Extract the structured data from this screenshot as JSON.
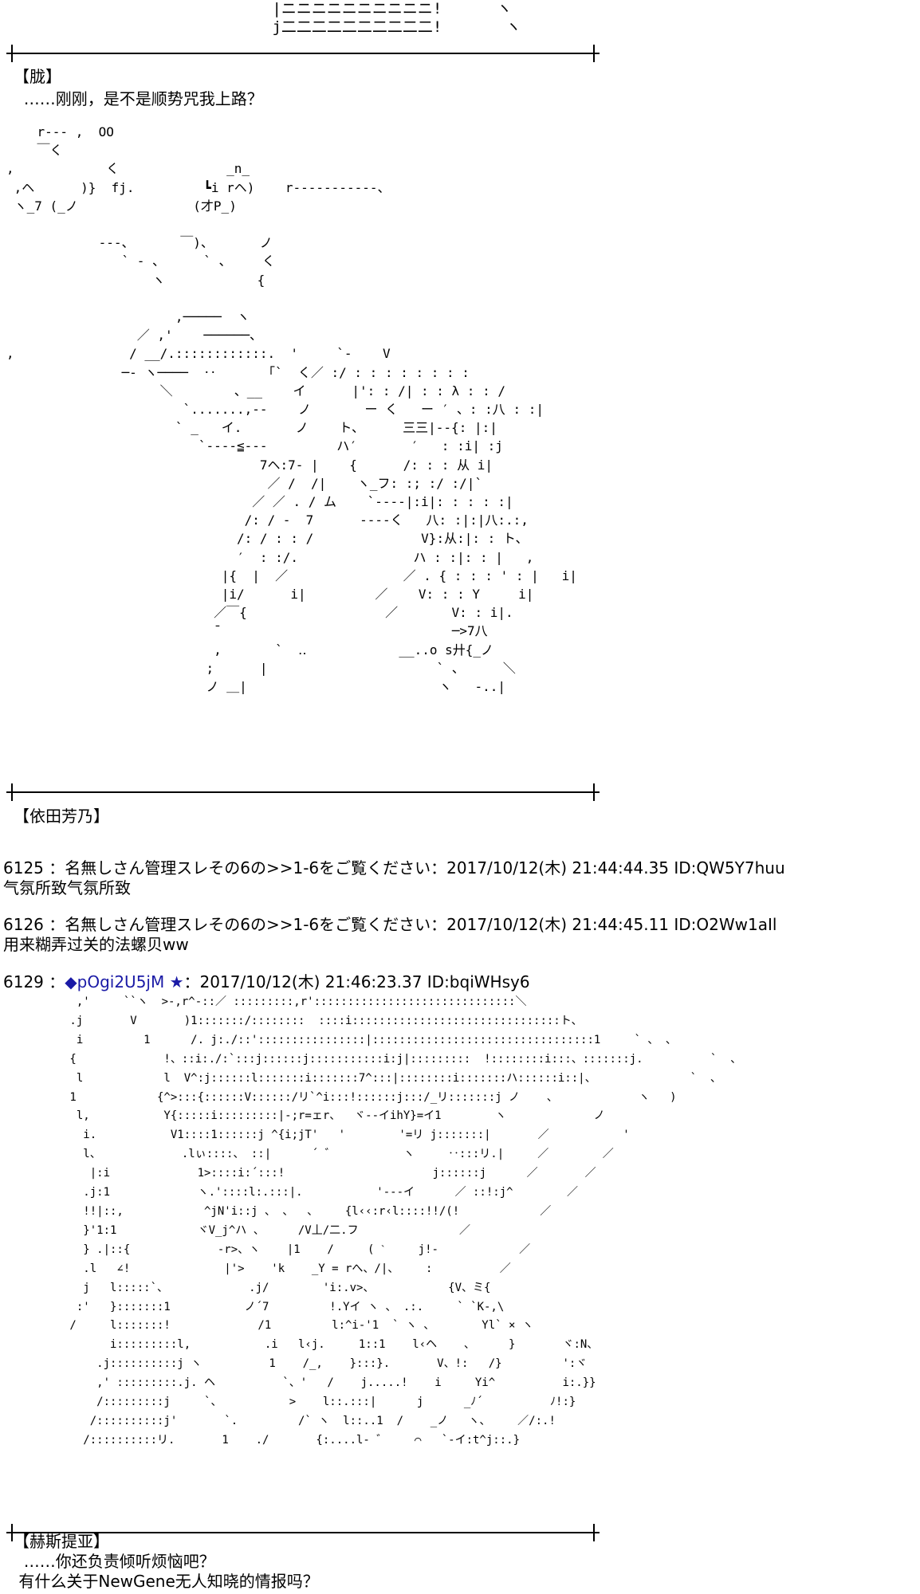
{
  "top_art": " |ニニニニニニニニニニ!      ヽ\n j二二二二二二二二二二!       ヽ",
  "section1": {
    "speaker": "【胧】",
    "line1": "  ……刚刚，是不是顺势咒我上路？"
  },
  "art1": "    r‐‐‐ ,  OO\n    ￣く\n,            く              _n_\n ,ヘ      )}  fj.         ┗i rヘ)    r‐‐‐‐‐‐‐‐‐‐‐、\n ヽ_7 (_ノ               (才P_)\n\n            ‐‐-、      ￣)、      ノ\n               ` ‐ 、     ` 、    く\n                   ヽ            {\n\n                      ,─────  ヽ\n                 ／ ,'    ──────、\n,               / __/.::::::::::::.  '     `‐    V\n               ─‐ ヽ────  ‥      「`  く／ :/ : : : : : : : :\n                    ＼        、__    イ      |': : /| : : λ : : /\n                       `.......,‐‐    ノ       ー く   ー ′ 、: :八 : :|\n                      ` _   イ.       ノ    ト、     三三|‐‐{: |:|\n                         `‐‐‐‐≦‐‐‐         ハ′       ′   : :i| :j\n                                 7ヘ:7‐ |    {      /: : : 从 i|\n                                  ／ /  /|    ヽ_フ: :; :/ :/|`\n                                ／ ／ . / ム    `‐‐‐‐|:i|: : : : :|\n                               /: / ‐  7      ‐‐‐‐く   八: :|:|八:.:,\n                              /: / : : /              V}:从:|: : ト、\n                              ′  : :/.               ハ : :|: : |   ,\n                            |{  |  ／               ／ . { : : : ' : |   i|\n                            |i/      i|         ／    V: : : Y     i|\n                           ／￣{                  ／       V: : i|.\n                           ̄                               ─>7八\n                           ,       `  ‥            __..o s廾{_ノ\n                          ;      |                      ` 、     ＼\n                          ノ ＿|                         ヽ   -..|",
  "section2": {
    "speaker": "【依田芳乃】"
  },
  "posts": [
    {
      "header": "6125 ：名無しさん管理スレその6の>>1-6をご覧ください：2017/10/12(木) 21:44:44.35 ID:QW5Y7huu",
      "body": "气氛所致气氛所致"
    },
    {
      "header": "6126 ：名無しさん管理スレその6の>>1-6をご覧ください：2017/10/12(木) 21:44:45.11 ID:O2Ww1aIl",
      "body": "用来糊弄过关的法螺贝ww"
    }
  ],
  "post3": {
    "number": "6129 ：",
    "name": "◆pOgi2U5jM",
    "star": "★",
    "rest": "：2017/10/12(木) 21:46:23.37 ID:bqiWHsy6"
  },
  "art2": "         ,'     ``ヽ  >‐,r^‐::／ :::::::::,r'::::::::::::::::::::::::::::::＼\n        .j       V       )1:::::::/::::::::  ::::i:::::::::::::::::::::::::::::::ト、\n         i         1      /. j:./::'::::::::::::::::|:::::::::::::::::::::::::::::::::1     ` 、 、\n        {             !、::i:./:`:::j::::::j:::::::::::i:j|:::::::::  !::::::::i:::、:::::::j.          `  、\n         l            l  V^:j::::::l:::::::i:::::::7^:::|::::::::i:::::::ハ::::::i::|、              `  、\n        1            {^>:::{::::::V::::::/リ`^i:::!::::::j:::/_リ:::::::j ノ    、            ヽ   )\n         l,           Y{:::::i:::::::::|‐;r=ェr、  ヾ‐‐イihY}=イ1        ヽ             ノ\n          i.           V1::::1::::::j ^{i;jT'   '        '=リ j:::::::|       ／           '\n          l、            .lぃ::::、 ::|      ´ ゛          ヽ     ‥:::リ.|     ／        ／\n           |:i             1>::::i:´:::!                      j::::::j      ／       ／\n          .j:1             ヽ.'::::l:.:::|.           '‐‐‐イ      ／ ::!:j^        ／\n          !!|::,            ^jN'i::j 、 、  、    {l‹‹:r‹l::::!!/(!            ／\n          }'1:1            ヾV_j^ハ 、     /V丄/二.フ               ／\n          } .|::{             ‐r>、ヽ    |1    /     ( ˋ     j!‐            ／\n          .l   ∠!              |'>    'k    _Y = rへ、/|、    :          ／\n          j   l:::::`、            .j/        'i:.v>、           {V、ミ{\n         :'   }:::::::1           ノ´7         !.Yイ ヽ 、 .:.     ` `K‐,\\\n        /     l:::::::!             /1         l:^i‐'1  ` ヽ 、       Yl` × ヽ\n              i:::::::::l,           .i   l‹j.     1::1    l‹ヘ    、     }       ヾ:N、\n            .j::::::::::j ヽ          1    /_,    }:::}.       V、!:   /}         ':ヾ\n            ,' :::::::::.j. ヘ          `、'   /    j.....!    i     Yi^          i:.}}\n            /:::::::::j     `、          >    l::.:::|      j      _ﾉ´          ﾉ!:}\n           /::::::::::j'       `.         /` ヽ  l::..1  /    _ノ   ヽ、    ／/:.!\n          /::::::::::リ.       1    ./       {:....l‐ ゛    ⌒   `‐イ:t^j::.}",
  "section3": {
    "speaker": "【赫斯提亚】",
    "line1": "  ……你还负责倾听烦恼吧？",
    "line2": " 有什么关于NewGene无人知晓的情报吗？"
  }
}
